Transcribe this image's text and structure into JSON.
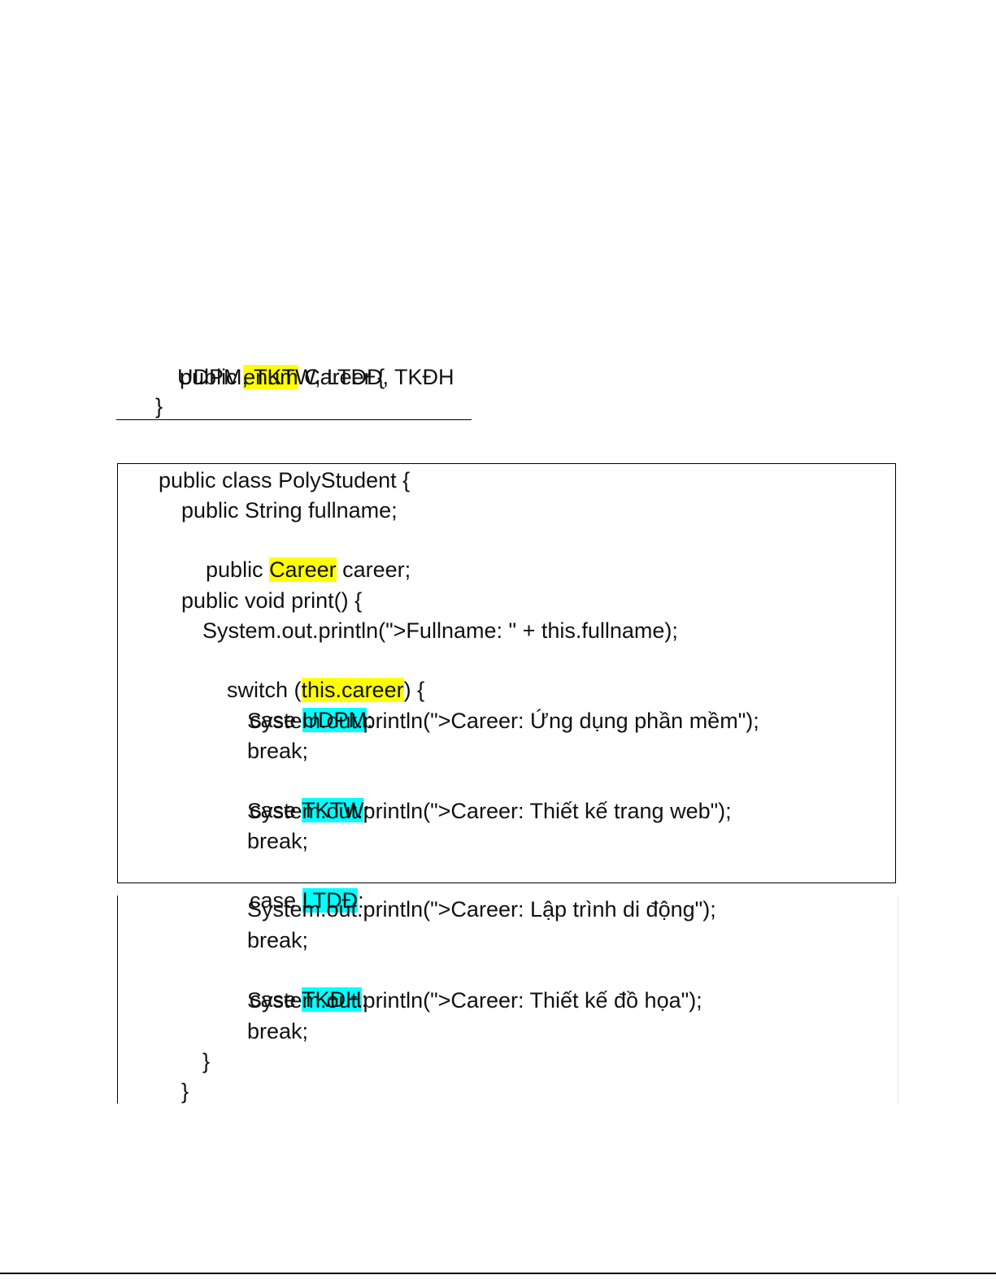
{
  "enum_block": {
    "line1": {
      "pre": "public ",
      "hl": "enum",
      "post": " Career {"
    },
    "line2": "UDPM, TKTW, LTDĐ, TKĐH",
    "line3": "}"
  },
  "class_block": {
    "l01": "public class PolyStudent {",
    "l02": "public String fullname;",
    "l03": {
      "pre": "public ",
      "hl": "Career",
      "post": " career;"
    },
    "l04": "public void print() {",
    "l05": "System.out.println(\">Fullname: \" + this.fullname);",
    "l06": {
      "pre": "switch (",
      "hl": "this.career",
      "post": ") {"
    },
    "l07": {
      "pre": "case ",
      "hl": "UDPM",
      "post": ":"
    },
    "l08": "System.out.println(\">Career: Ứng dụng phần mềm\");",
    "l09": "break;",
    "l10": {
      "pre": "case ",
      "hl": "TKTW",
      "post": ":"
    },
    "l11": "System.out.println(\">Career: Thiết kế trang web\");",
    "l12": "break;",
    "l13": {
      "pre": "case ",
      "hl": "LTDĐ",
      "post": ":"
    },
    "l14": "System.out.println(\">Career: Lập trình di động\");",
    "l15": "break;",
    "l16": {
      "pre": "case ",
      "hl": "TKĐH",
      "post": ":"
    },
    "l17": "System.out.println(\">Career: Thiết kế đồ họa\");",
    "l18": "break;",
    "l19": "}",
    "l20": "}"
  },
  "colors": {
    "highlight_yellow": "#ffff00",
    "highlight_cyan": "#00ffff",
    "text": "#111111"
  }
}
